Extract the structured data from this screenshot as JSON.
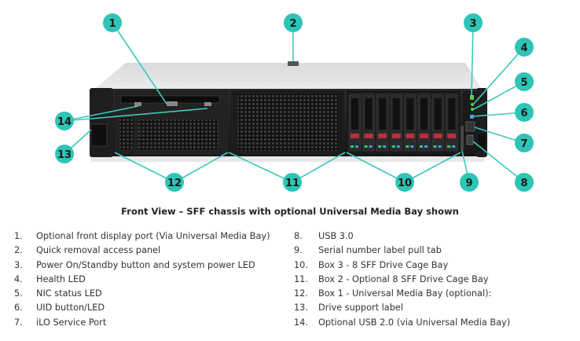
{
  "diagram": {
    "title": "HPE server front view diagram",
    "callout_color": "#2ec4b6",
    "callout_text_color": "#1a1a1a",
    "leader_color": "#3cc8bd",
    "callouts": [
      "1",
      "2",
      "3",
      "4",
      "5",
      "6",
      "7",
      "8",
      "9",
      "10",
      "11",
      "12",
      "13",
      "14"
    ]
  },
  "caption": "Front View – SFF chassis with optional Universal Media Bay shown",
  "legend": {
    "left": [
      {
        "num": "1.",
        "label": "Optional front display port (Via Universal Media Bay)"
      },
      {
        "num": "2.",
        "label": "Quick removal access panel"
      },
      {
        "num": "3.",
        "label": "Power On/Standby button and system power LED"
      },
      {
        "num": "4.",
        "label": "Health LED"
      },
      {
        "num": "5.",
        "label": "NIC status LED"
      },
      {
        "num": "6.",
        "label": "UID button/LED"
      },
      {
        "num": "7.",
        "label": "iLO Service Port"
      }
    ],
    "right": [
      {
        "num": "8.",
        "label": "USB 3.0"
      },
      {
        "num": "9.",
        "label": "Serial number label pull tab"
      },
      {
        "num": "10.",
        "label": "Box 3 -  8 SFF Drive Cage Bay"
      },
      {
        "num": "11.",
        "label": "Box 2 - Optional 8 SFF Drive Cage Bay"
      },
      {
        "num": "12.",
        "label": "Box 1 - Universal Media Bay (optional):"
      },
      {
        "num": "13.",
        "label": "Drive support label"
      },
      {
        "num": "14.",
        "label": "Optional USB 2.0 (via Universal Media Bay)"
      }
    ]
  }
}
